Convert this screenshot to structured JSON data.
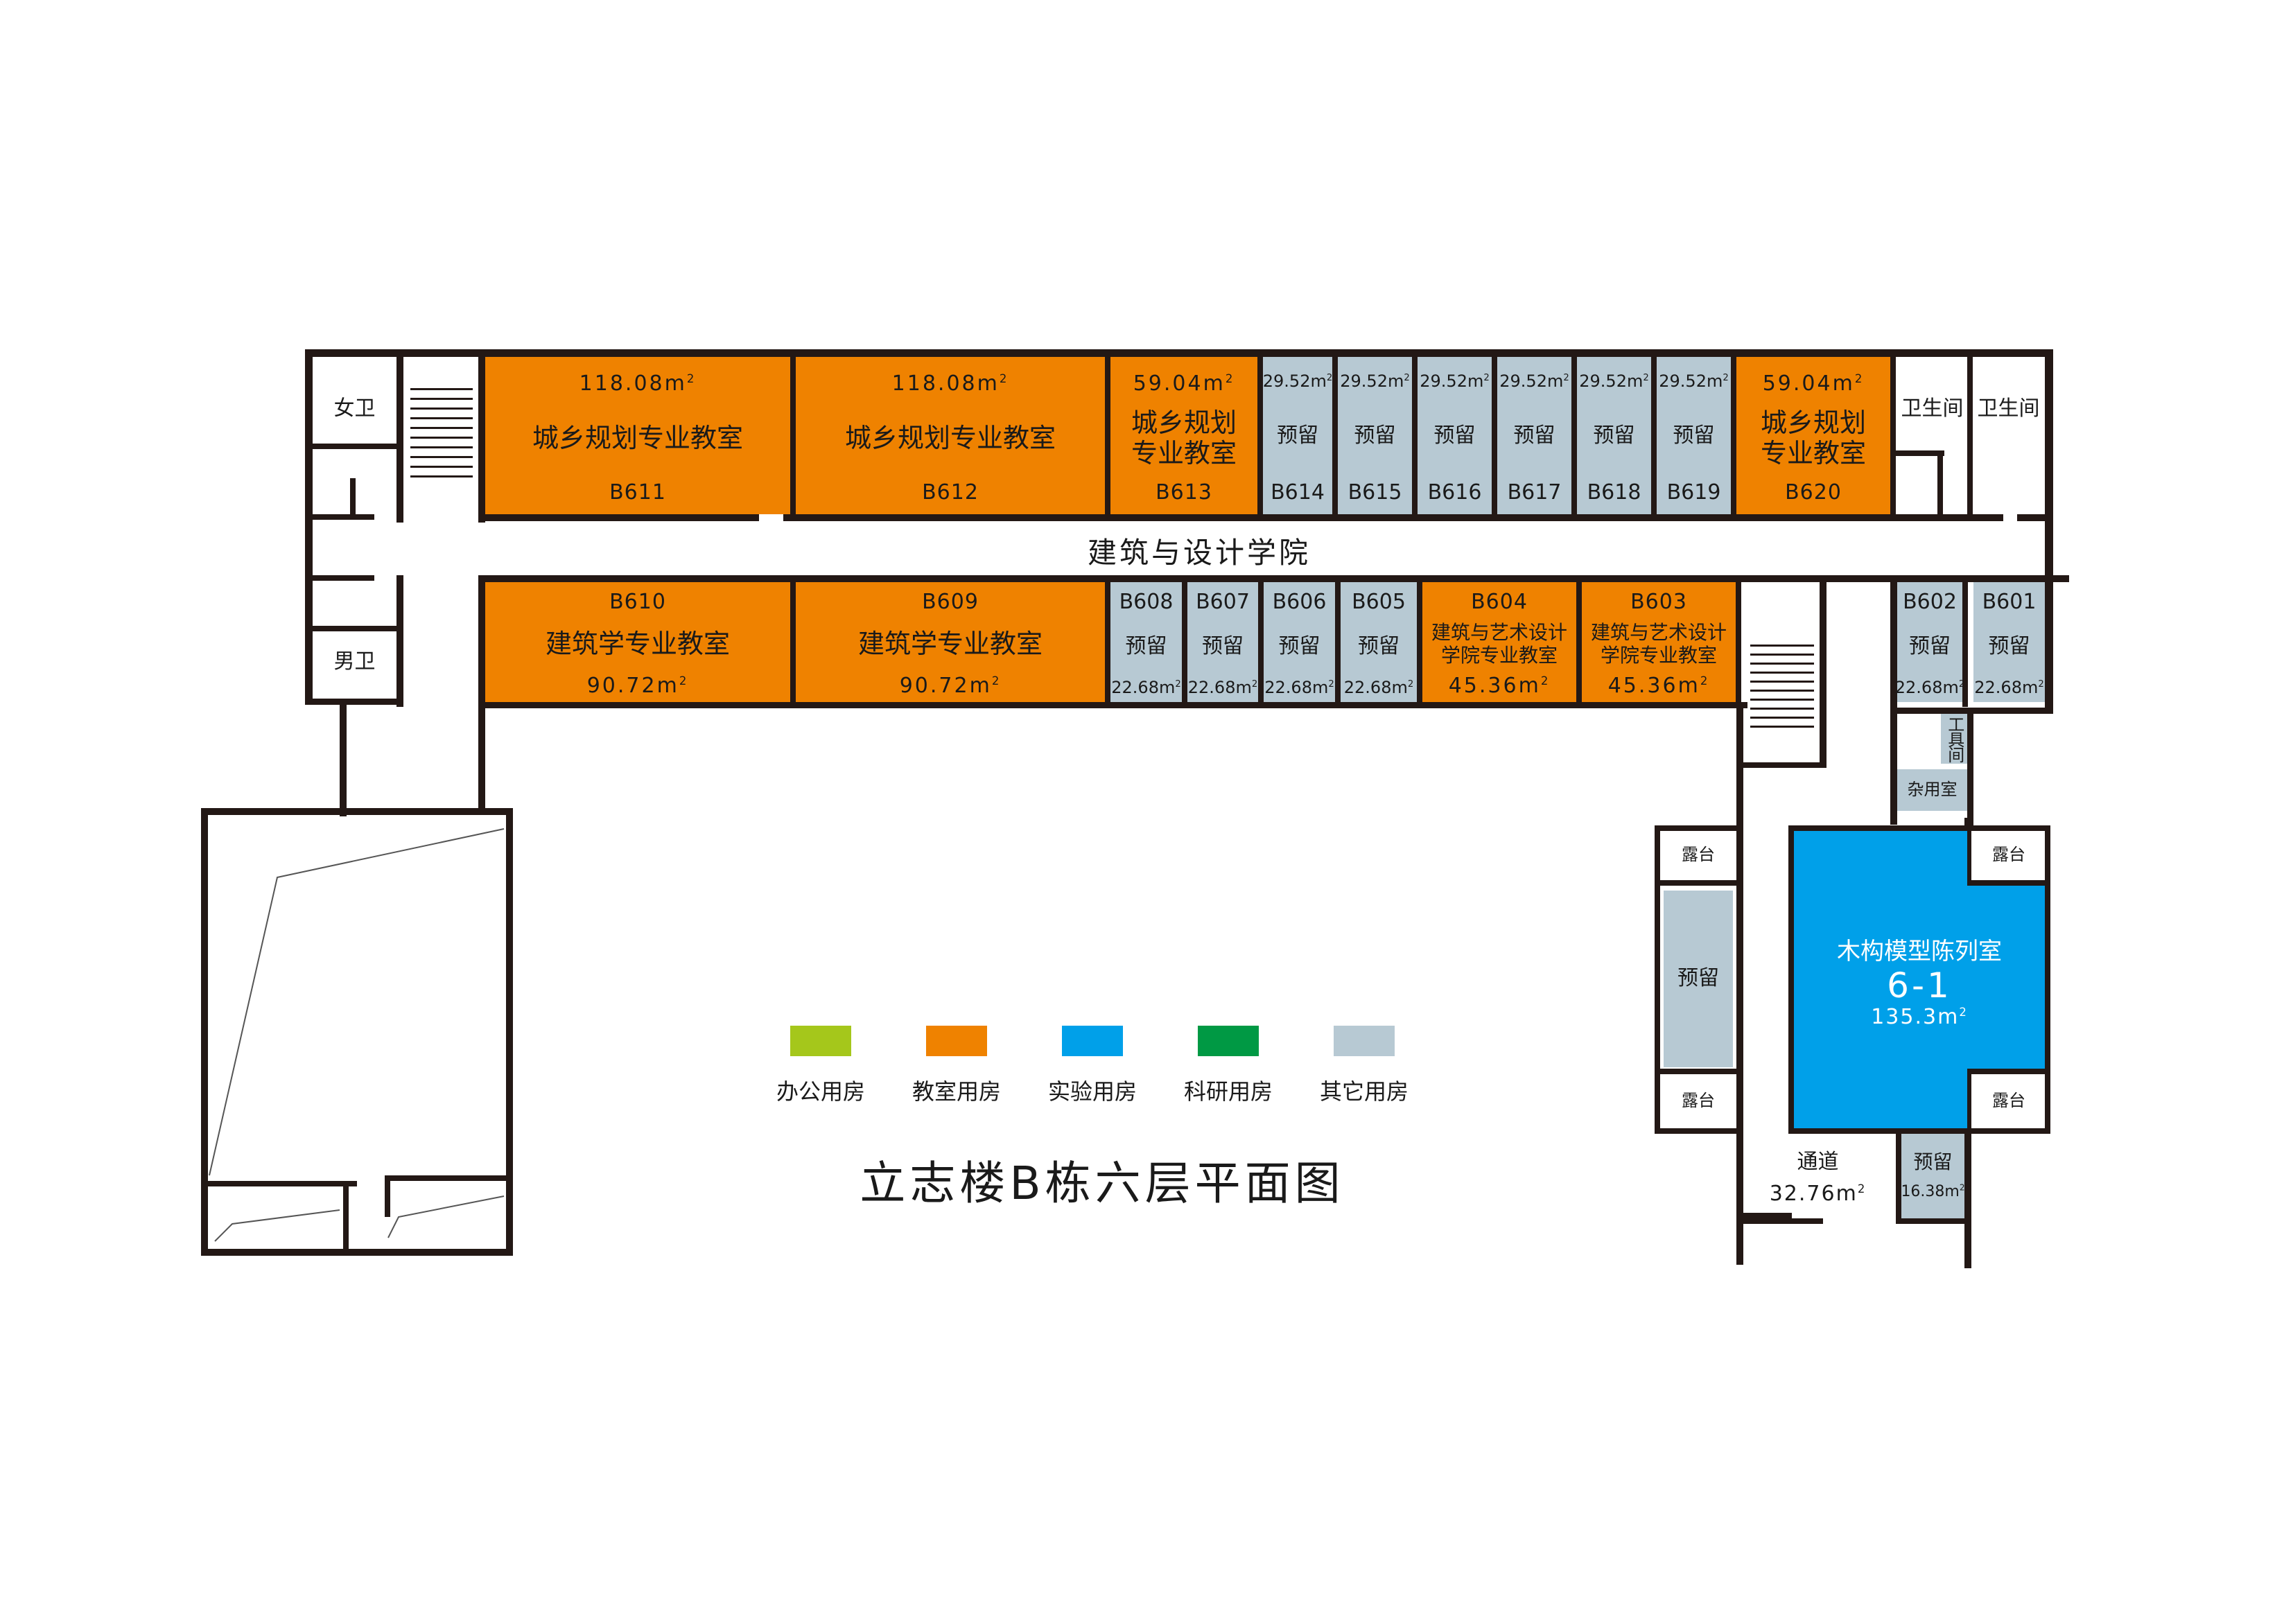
{
  "corridor_label": "建筑与设计学院",
  "area_unit": "m",
  "area_unit_exp": "2",
  "north_rooms": [
    {
      "code": "B611",
      "name": "城乡规划专业教室",
      "area": "118.08",
      "type": "teaching"
    },
    {
      "code": "B612",
      "name": "城乡规划专业教室",
      "area": "118.08",
      "type": "teaching"
    },
    {
      "code": "B613",
      "name_l1": "城乡规划",
      "name_l2": "专业教室",
      "area": "59.04",
      "type": "teaching"
    },
    {
      "code": "B614",
      "name": "预留",
      "area": "29.52",
      "type": "other"
    },
    {
      "code": "B615",
      "name": "预留",
      "area": "29.52",
      "type": "other"
    },
    {
      "code": "B616",
      "name": "预留",
      "area": "29.52",
      "type": "other"
    },
    {
      "code": "B617",
      "name": "预留",
      "area": "29.52",
      "type": "other"
    },
    {
      "code": "B618",
      "name": "预留",
      "area": "29.52",
      "type": "other"
    },
    {
      "code": "B619",
      "name": "预留",
      "area": "29.52",
      "type": "other"
    },
    {
      "code": "B620",
      "name_l1": "城乡规划",
      "name_l2": "专业教室",
      "area": "59.04",
      "type": "teaching"
    }
  ],
  "south_rooms": [
    {
      "code": "B610",
      "name": "建筑学专业教室",
      "area": "90.72",
      "type": "teaching"
    },
    {
      "code": "B609",
      "name": "建筑学专业教室",
      "area": "90.72",
      "type": "teaching"
    },
    {
      "code": "B608",
      "name": "预留",
      "area": "22.68",
      "type": "other"
    },
    {
      "code": "B607",
      "name": "预留",
      "area": "22.68",
      "type": "other"
    },
    {
      "code": "B606",
      "name": "预留",
      "area": "22.68",
      "type": "other"
    },
    {
      "code": "B605",
      "name": "预留",
      "area": "22.68",
      "type": "other"
    },
    {
      "code": "B604",
      "name_l1": "建筑与艺术设计",
      "name_l2": "学院专业教室",
      "area": "45.36",
      "type": "teaching"
    },
    {
      "code": "B603",
      "name_l1": "建筑与艺术设计",
      "name_l2": "学院专业教室",
      "area": "45.36",
      "type": "teaching"
    },
    {
      "code": "B602",
      "name": "预留",
      "area": "22.68",
      "type": "other"
    },
    {
      "code": "B601",
      "name": "预留",
      "area": "22.68",
      "type": "other"
    }
  ],
  "aux_rooms": {
    "womens_wc": "女卫",
    "mens_wc": "男卫",
    "restroom_1": "卫生间",
    "restroom_2": "卫生间",
    "tool_room": "工具间",
    "utility_room": "杂用室",
    "terrace_1": "露台",
    "terrace_2": "露台",
    "terrace_3": "露台",
    "terrace_4": "露台",
    "reserved_large": "预留",
    "passage_name": "通道",
    "passage_area": "32.76",
    "reserved_small_name": "预留",
    "reserved_small_area": "16.38"
  },
  "lab": {
    "name": "木构模型陈列室",
    "code": "6-1",
    "area": "135.3"
  },
  "legend": [
    {
      "label": "办公用房",
      "color": "#a5c71b"
    },
    {
      "label": "教室用房",
      "color": "#ef8200"
    },
    {
      "label": "实验用房",
      "color": "#00a0e9"
    },
    {
      "label": "科研用房",
      "color": "#009944"
    },
    {
      "label": "其它用房",
      "color": "#b7c9d3"
    }
  ],
  "colors": {
    "teaching": "#ef8200",
    "other": "#b7c9d3",
    "lab": "#00a0e9",
    "wall": "#231815"
  },
  "title": "立志楼B栋六层平面图"
}
